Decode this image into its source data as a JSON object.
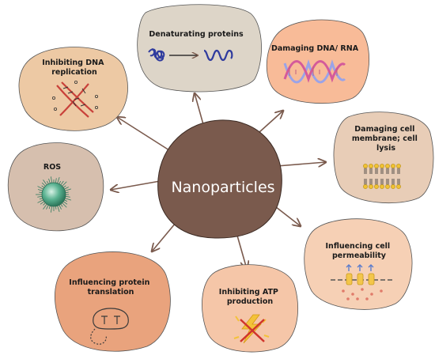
{
  "center": {
    "label": "Nanoparticles",
    "color": "#7a5a4d"
  },
  "arrow_color": "#7a5a4d",
  "effects": [
    {
      "id": "denaturating",
      "lines": [
        "Denaturating proteins"
      ],
      "blob_color": "#ddd5c8",
      "icon": "protein-unfolding-icon"
    },
    {
      "id": "dna-rna",
      "lines": [
        "Damaging DNA/ RNA"
      ],
      "blob_color": "#f8bb98",
      "icon": "dna-helix-icon"
    },
    {
      "id": "membrane",
      "lines": [
        "Damaging cell",
        "membrane; cell",
        "lysis"
      ],
      "blob_color": "#e8cdb7",
      "icon": "lipid-bilayer-icon"
    },
    {
      "id": "permeability",
      "lines": [
        "Influencing cell",
        "permeability"
      ],
      "blob_color": "#f6d0b5",
      "icon": "membrane-channel-icon"
    },
    {
      "id": "atp",
      "lines": [
        "Inhibiting ATP",
        "production"
      ],
      "blob_color": "#f5c6a8",
      "icon": "lightning-cross-icon"
    },
    {
      "id": "translation",
      "lines": [
        "Influencing protein",
        "translation"
      ],
      "blob_color": "#e9a37d",
      "icon": "ribosome-icon"
    },
    {
      "id": "ros",
      "lines": [
        "ROS"
      ],
      "blob_color": "#d6bfae",
      "icon": "ros-particle-icon"
    },
    {
      "id": "replication",
      "lines": [
        "Inhibiting DNA",
        "replication"
      ],
      "blob_color": "#edc9a4",
      "icon": "broken-dna-icon"
    }
  ]
}
